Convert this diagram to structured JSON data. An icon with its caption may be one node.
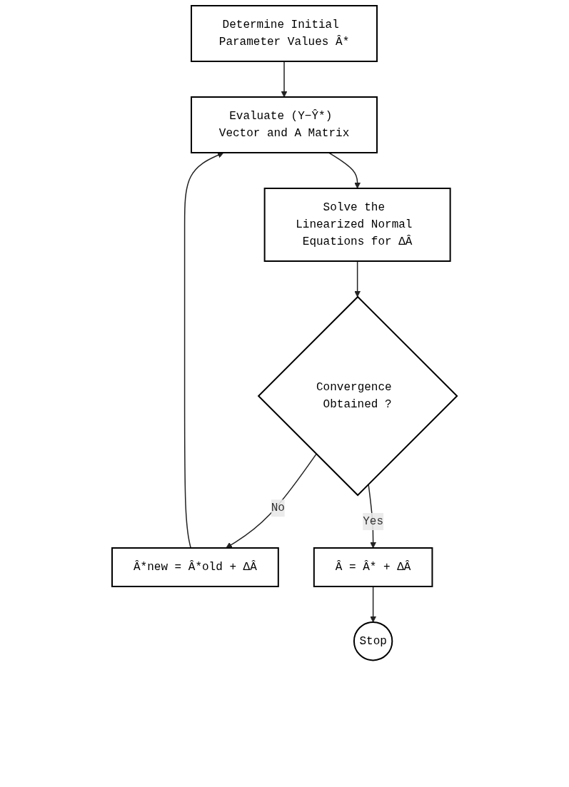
{
  "diagram": {
    "nodes": [
      {
        "text": [
          "Determine Initial Parameter Values Â*"
        ]
      },
      {
        "text": [
          "Evaluate (Y−Ŷ*) Vector and A Matrix"
        ]
      },
      {
        "text": [
          "Solve the Linearized Normal Equations for ΔÂ"
        ]
      },
      {
        "text": [
          "Convergence Obtained ?"
        ]
      },
      {
        "text": [
          "Â*new = Â*old + ΔÂ"
        ]
      },
      {
        "text": [
          "Â = Â* + ΔÂ"
        ]
      },
      {
        "text": [
          "Stop"
        ]
      }
    ],
    "edges": [
      {
        "from": 0,
        "to": 1,
        "arrow": "to"
      },
      {
        "from": 1,
        "to": 2,
        "arrow": "to"
      },
      {
        "from": 2,
        "to": 3,
        "arrow": "to"
      },
      {
        "from": 3,
        "to": 4,
        "arrow": "to",
        "label": "No"
      },
      {
        "from": 4,
        "to": 1,
        "arrow": "to"
      },
      {
        "from": 3,
        "to": 5,
        "arrow": "to",
        "label": "Yes"
      },
      {
        "from": 5,
        "to": 6,
        "arrow": "to"
      }
    ]
  }
}
